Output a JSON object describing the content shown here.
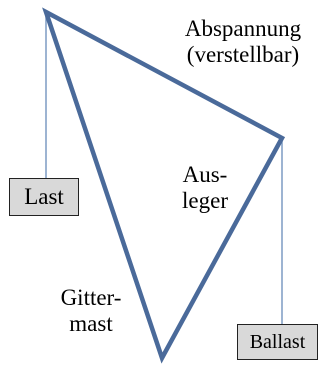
{
  "labels": {
    "tie": [
      "Abspannung",
      "(verstellbar)"
    ],
    "jib": [
      "Aus-",
      "leger"
    ],
    "mast": [
      "Gitter-",
      "mast"
    ]
  },
  "boxes": {
    "load": "Last",
    "ballast": "Ballast"
  },
  "colors": {
    "frame": "#4a6a9a",
    "rope": "#7d9bc4",
    "box_fill": "#d9d9d9",
    "box_border": "#222222",
    "text": "#000000"
  }
}
